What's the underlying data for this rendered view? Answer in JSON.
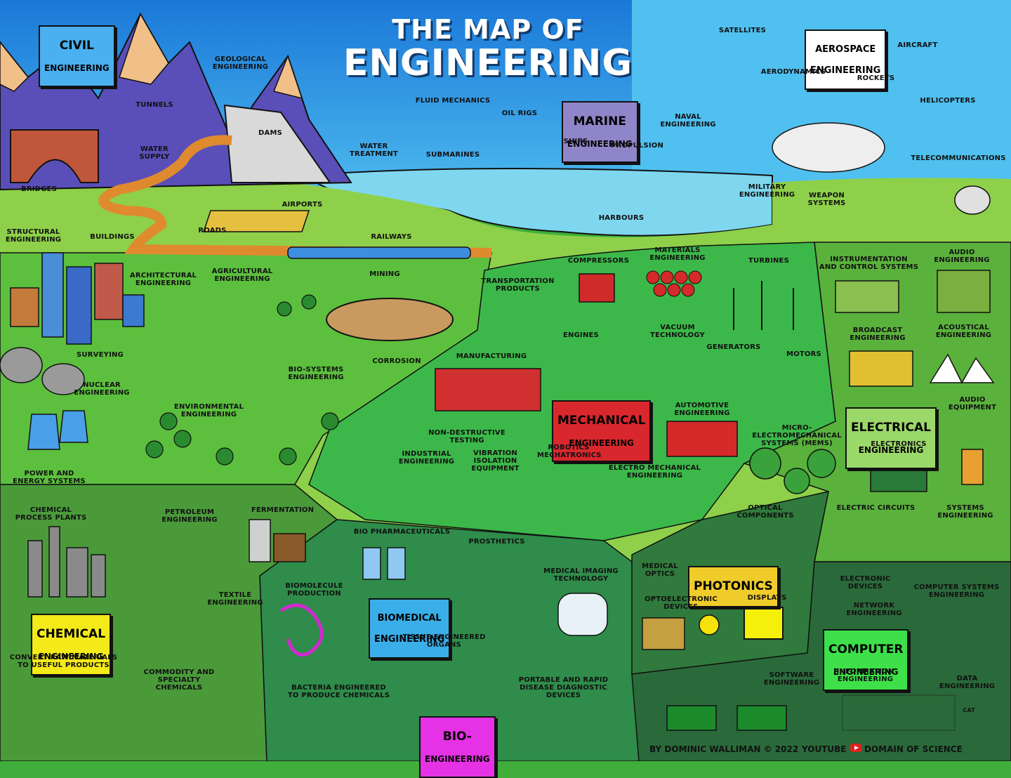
{
  "title": {
    "line1": "THE MAP OF",
    "line2": "ENGINEERING"
  },
  "credit": {
    "author": "BY DOMINIC WALLIMAN © 2022",
    "youtube": "YOUTUBE",
    "channel": "DOMAIN OF SCIENCE"
  },
  "fields": {
    "civil": {
      "line1": "CIVIL",
      "line2": "ENGINEERING",
      "color": "#4ab0f0"
    },
    "aerospace": {
      "line1": "AEROSPACE",
      "line2": "ENGINEERING",
      "color": "#ffffff"
    },
    "marine": {
      "line1": "MARINE",
      "line2": "ENGINEERING",
      "color": "#8f86c9"
    },
    "mechanical": {
      "line1": "MECHANICAL",
      "line2": "ENGINEERING",
      "color": "#d8282e"
    },
    "electrical": {
      "line1": "ELECTRICAL",
      "line2": "ENGINEERING",
      "color": "#9bd86a"
    },
    "chemical": {
      "line1": "CHEMICAL",
      "line2": "ENGINEERING",
      "color": "#f4ea1a"
    },
    "biomedical": {
      "line1": "BIOMEDICAL",
      "line2": "ENGINEERING",
      "color": "#3aaee8"
    },
    "photonics": {
      "line1": "PHOTONICS",
      "color": "#f0cc2a"
    },
    "computer": {
      "line1": "COMPUTER",
      "line2": "ENGINEERING",
      "color": "#3ee04a"
    },
    "bio": {
      "line1": "BIO-",
      "line2": "ENGINEERING",
      "color": "#e432e4"
    }
  },
  "labels": {
    "bridges": "BRIDGES",
    "tunnels": "TUNNELS",
    "water_supply": "WATER\nSUPPLY",
    "geological": "GEOLOGICAL\nENGINEERING",
    "dams": "DAMS",
    "water_treatment": "WATER\nTREATMENT",
    "fluid_mechanics": "FLUID MECHANICS",
    "oil_rigs": "OIL RIGS",
    "submarines": "SUBMARINES",
    "ships": "SHIPS",
    "propulsion": "PROPULSION",
    "naval": "NAVAL\nENGINEERING",
    "satellites": "SATELLITES",
    "aircraft": "AIRCRAFT",
    "aerodynamics": "AERODYNAMICS",
    "rockets": "ROCKETS",
    "helicopters": "HELICOPTERS",
    "telecommunications": "TELECOMMUNICATIONS",
    "military": "MILITARY\nENGINEERING",
    "weapon_systems": "WEAPON\nSYSTEMS",
    "harbours": "HARBOURS",
    "airports": "AIRPORTS",
    "roads": "ROADS",
    "railways": "RAILWAYS",
    "structural": "STRUCTURAL\nENGINEERING",
    "buildings": "BUILDINGS",
    "architectural": "ARCHITECTURAL\nENGINEERING",
    "agricultural": "AGRICULTURAL\nENGINEERING",
    "mining": "MINING",
    "transportation": "TRANSPORTATION\nPRODUCTS",
    "compressors": "COMPRESSORS",
    "materials": "MATERIALS\nENGINEERING",
    "turbines": "TURBINES",
    "instrumentation": "INSTRUMENTATION\nAND CONTROL SYSTEMS",
    "audio_eng": "AUDIO\nENGINEERING",
    "surveying": "SURVEYING",
    "nuclear": "NUCLEAR\nENGINEERING",
    "bio_systems": "BIO-SYSTEMS\nENGINEERING",
    "corrosion": "CORROSION",
    "manufacturing": "MANUFACTURING",
    "engines": "ENGINES",
    "vacuum": "VACUUM\nTECHNOLOGY",
    "generators": "GENERATORS",
    "motors": "MOTORS",
    "broadcast": "BROADCAST\nENGINEERING",
    "acoustical": "ACOUSTICAL\nENGINEERING",
    "environmental": "ENVIRONMENTAL\nENGINEERING",
    "automotive": "AUTOMOTIVE\nENGINEERING",
    "audio_equipment": "AUDIO\nEQUIPMENT",
    "ndt": "NON-DESTRUCTIVE TESTING",
    "mems": "MICRO-\nELECTROMECHANICAL\nSYSTEMS (MEMS)",
    "power": "POWER AND\nENERGY SYSTEMS",
    "industrial": "INDUSTRIAL\nENGINEERING",
    "vibration": "VIBRATION\nISOLATION\nEQUIPMENT",
    "robotics": "ROBOTICS\nMECHATRONICS",
    "electro_mech": "ELECTRO MECHANICAL\nENGINEERING",
    "electronics": "ELECTRONICS",
    "chem_plants": "CHEMICAL\nPROCESS PLANTS",
    "petroleum": "PETROLEUM\nENGINEERING",
    "fermentation": "FERMENTATION",
    "optical": "OPTICAL\nCOMPONENTS",
    "electric_circuits": "ELECTRIC CIRCUITS",
    "systems": "SYSTEMS\nENGINEERING",
    "bio_pharma": "BIO PHARMACEUTICALS",
    "prosthetics": "PROSTHETICS",
    "medical_optics": "MEDICAL\nOPTICS",
    "electronic_devices": "ELECTRONIC\nDEVICES",
    "computer_systems": "COMPUTER SYSTEMS\nENGINEERING",
    "textile": "TEXTILE\nENGINEERING",
    "biomolecule": "BIOMOLECULE\nPRODUCTION",
    "medical_imaging": "MEDICAL IMAGING\nTECHNOLOGY",
    "optoelectronic": "OPTOELECTRONIC\nDEVICES",
    "displays": "DISPLAYS",
    "network": "NETWORK\nENGINEERING",
    "convert_raw": "CONVERT RAW MATERIALS\nTO USEFUL PRODUCTS",
    "tissue": "TISSUE ENGINEERED\nORGANS",
    "commodity": "COMMODITY AND\nSPECIALTY\nCHEMICALS",
    "software": "SOFTWARE\nENGINEERING",
    "information": "INFORMATION\nENGINEERING",
    "data": "DATA\nENGINEERING",
    "bacteria": "BACTERIA ENGINEERED\nTO PRODUCE CHEMICALS",
    "portable": "PORTABLE AND RAPID\nDISEASE DIAGNOSTIC\nDEVICES",
    "cat": "CAT"
  }
}
